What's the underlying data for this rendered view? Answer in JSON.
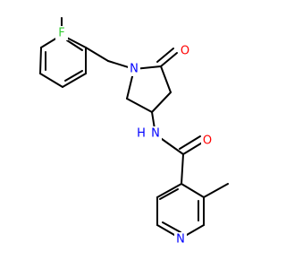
{
  "molecule": {
    "atom_labels": {
      "fluorine": {
        "text": "F",
        "color": "#33cc33"
      },
      "ring_nitrogen": {
        "text": "N",
        "color": "#0000ff"
      },
      "carbonyl_oxygen_top": {
        "text": "O",
        "color": "#ff0000"
      },
      "amide_nitrogen": {
        "text": "N",
        "color": "#0000ff"
      },
      "amide_hydrogen": {
        "text": "H",
        "color": "#0000ff"
      },
      "carbonyl_oxygen_amide": {
        "text": "O",
        "color": "#ff0000"
      },
      "pyridine_nitrogen": {
        "text": "N",
        "color": "#0000ff"
      }
    },
    "bond_color": "#000000"
  }
}
